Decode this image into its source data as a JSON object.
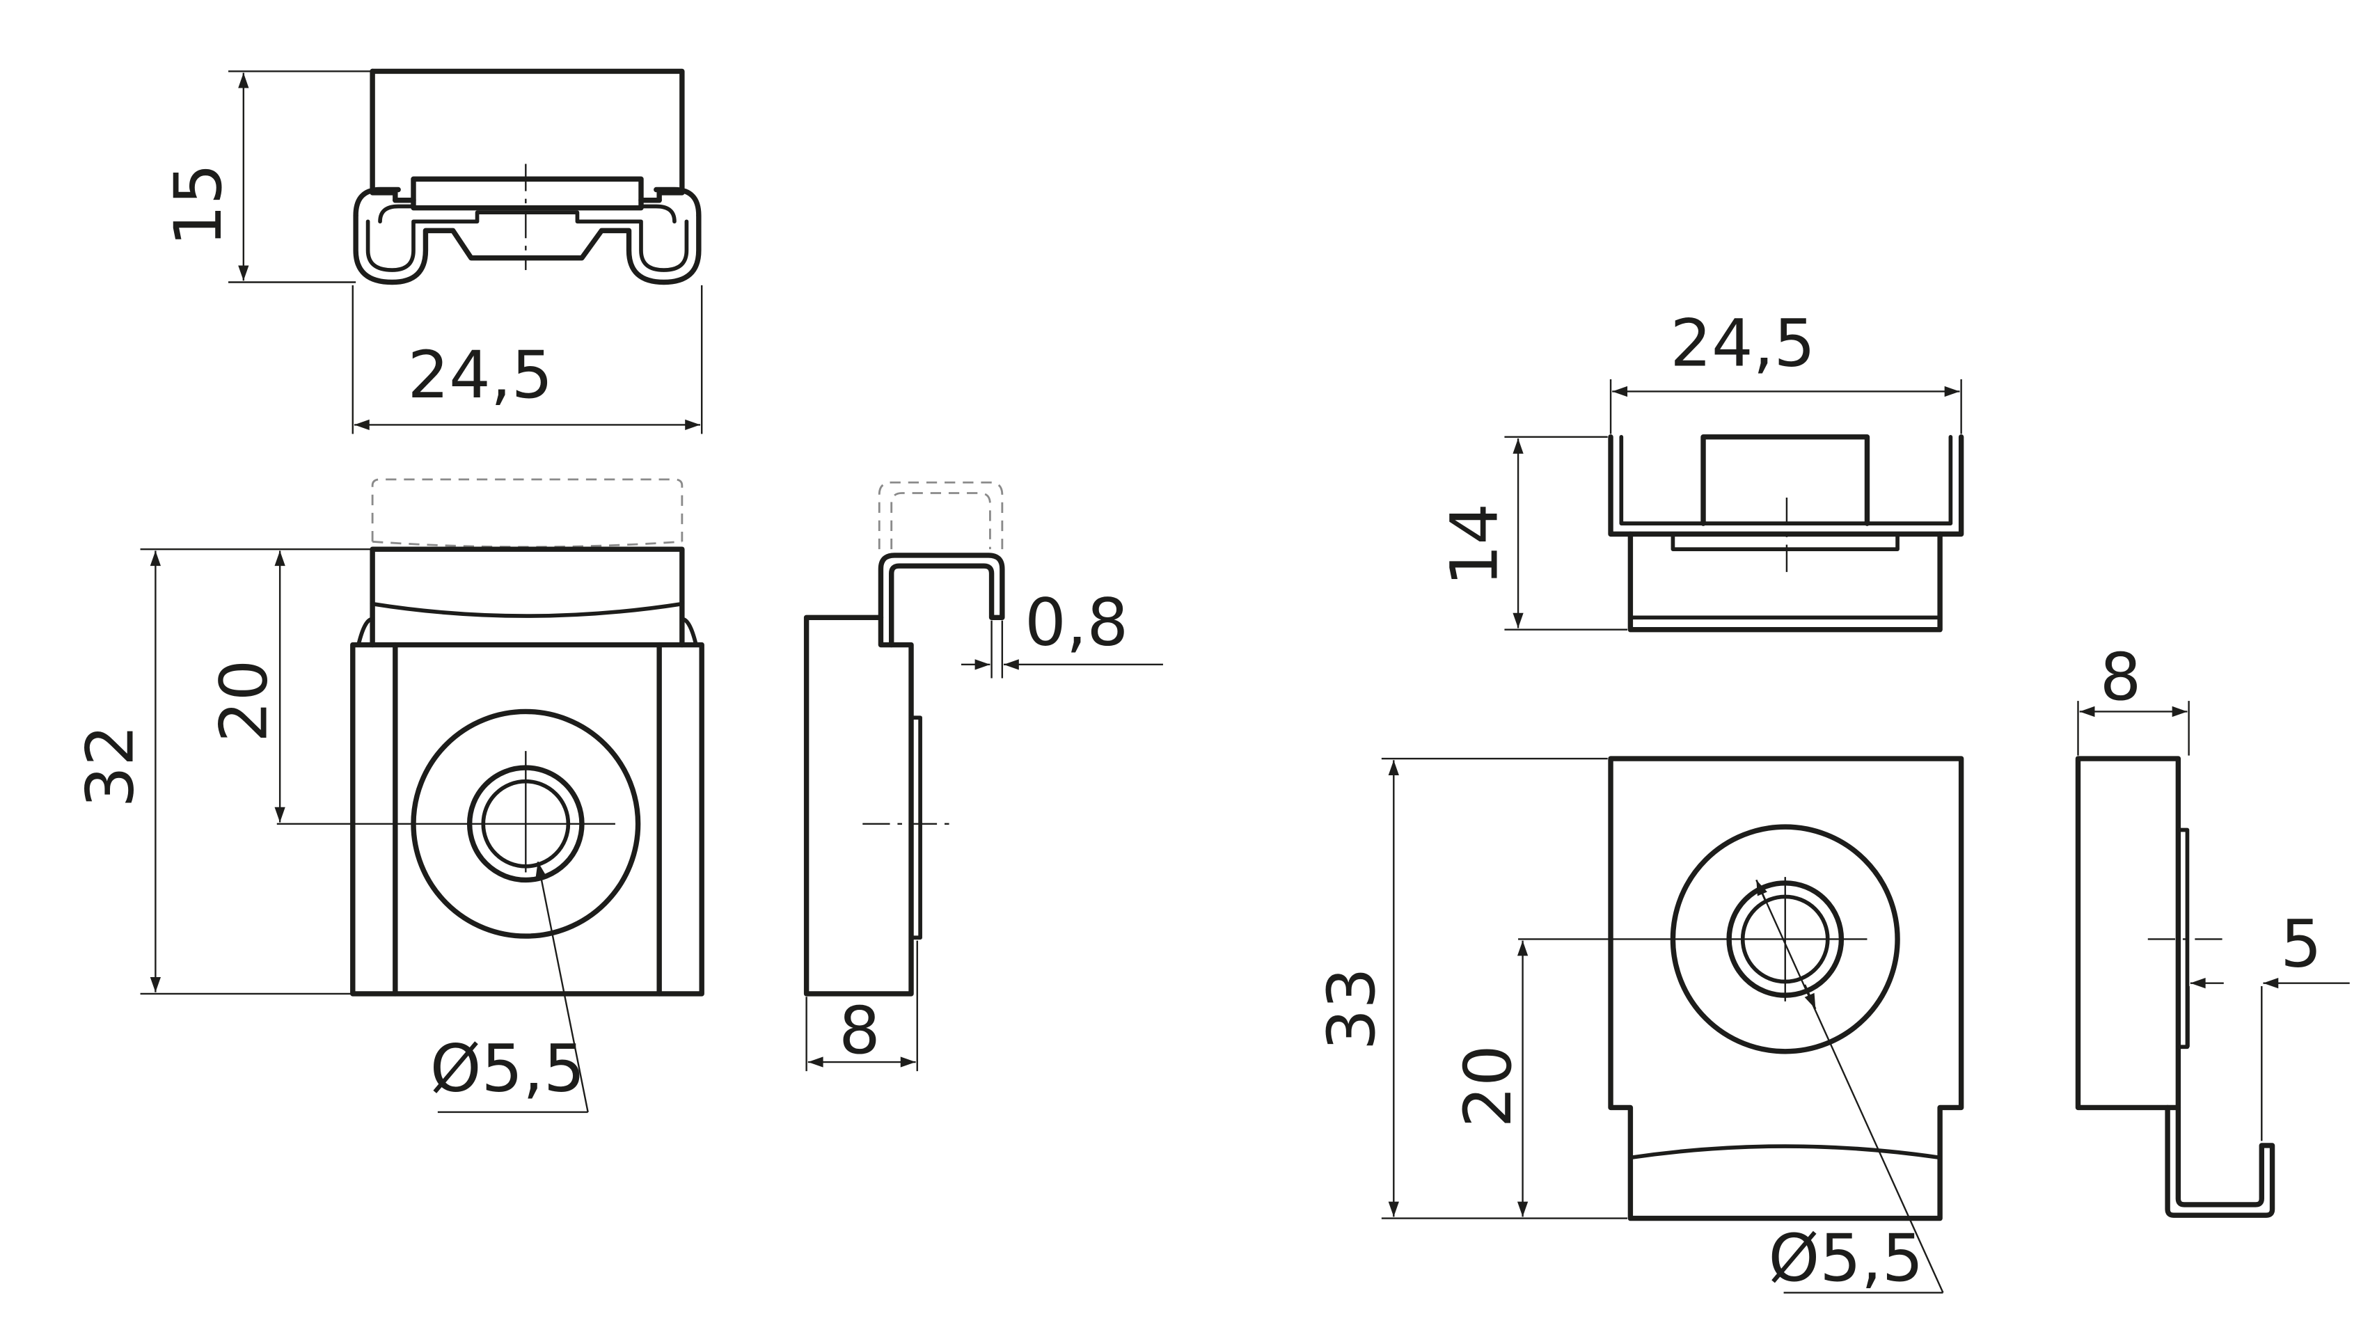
{
  "dimensions": {
    "view1_height": "15",
    "view1_width": "24,5",
    "view2_height_total": "32",
    "view2_height_center": "20",
    "view2_hole_diameter": "Ø5,5",
    "view3_thickness": "0,8",
    "view3_depth": "8",
    "view4_width": "24,5",
    "view4_height": "14",
    "view5_depth": "8",
    "view5_offset": "5",
    "view6_height_total": "33",
    "view6_height_center": "20",
    "view6_hole_diameter": "Ø5,5"
  },
  "colors": {
    "line": "#1d1d1b",
    "hidden": "#8a8a8a",
    "background": "#ffffff"
  }
}
